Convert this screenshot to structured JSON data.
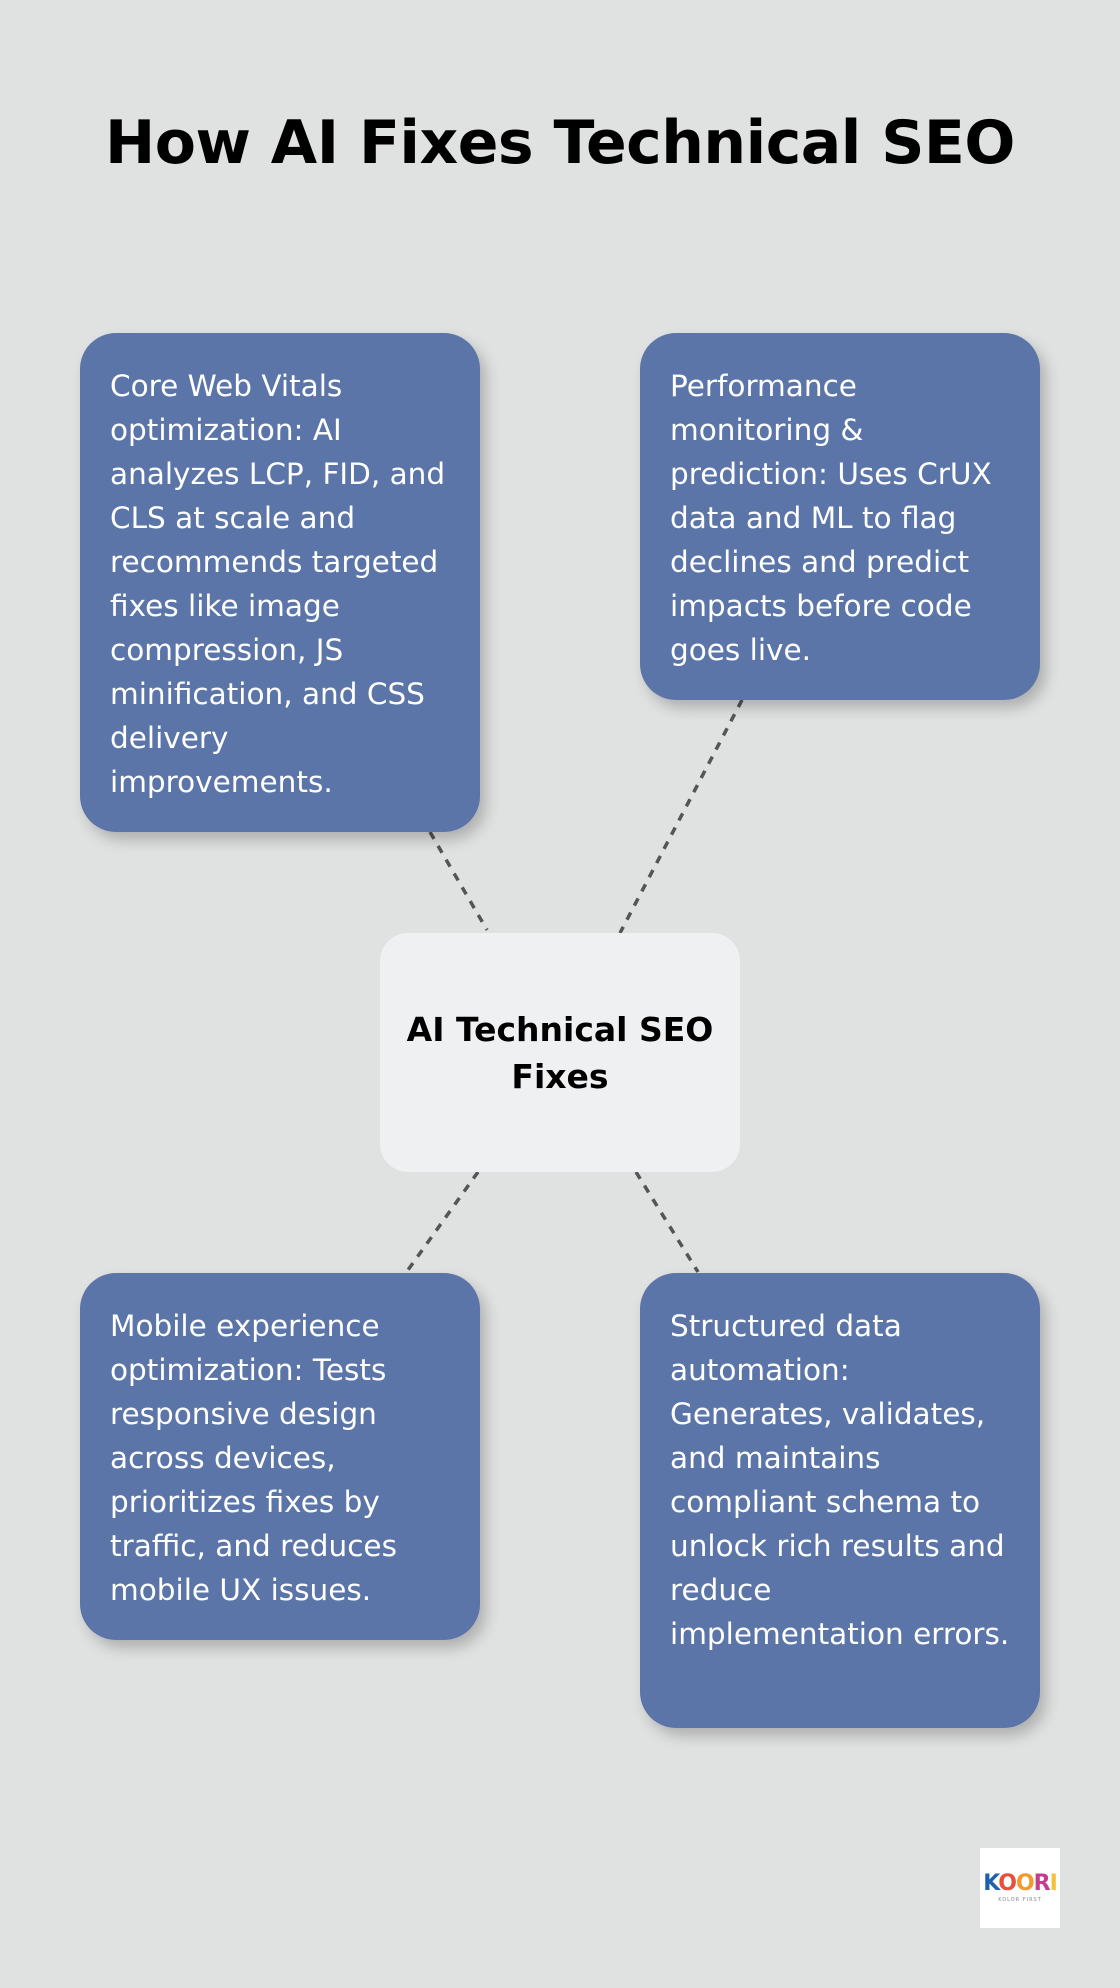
{
  "title": "How AI Fixes Technical SEO",
  "center": {
    "label": "AI Technical SEO Fixes"
  },
  "boxes": {
    "top_left": "Core Web Vitals optimization: AI analyzes LCP, FID, and CLS at scale and recommends targeted fixes like image compression, JS minification, and CSS delivery improvements.",
    "top_right": "Performance monitoring & prediction: Uses CrUX data and ML to flag declines and predict impacts before code goes live.",
    "bottom_left": "Mobile experience optimization: Tests responsive design across devices, prioritizes fixes by traffic, and reduces mobile UX issues.",
    "bottom_right": "Structured data automation: Generates, validates, and maintains compliant schema to unlock rich results and reduce implementation errors."
  },
  "logo": {
    "mark": "KOORI",
    "tagline": "KOLOR FIRST"
  },
  "colors": {
    "background": "#e0e1e1",
    "box": "#5c75a8",
    "center_box": "#eff0f2",
    "connector": "#555555"
  }
}
